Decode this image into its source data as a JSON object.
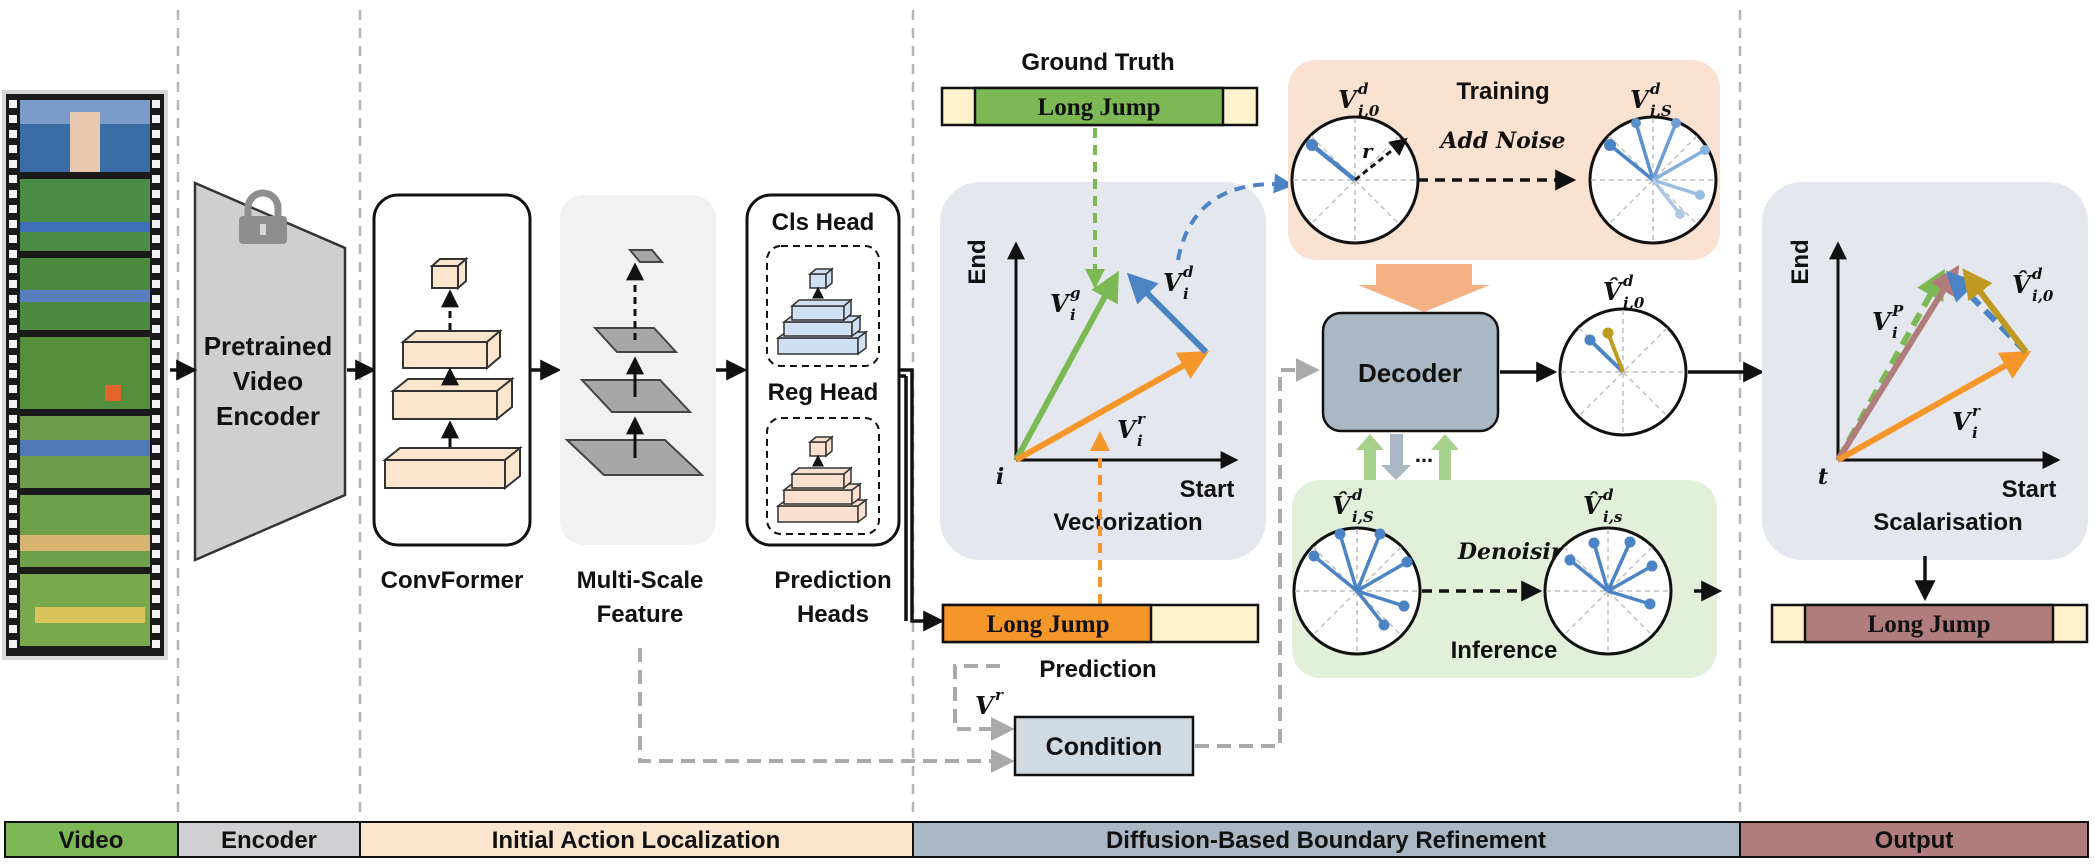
{
  "stage_bar": {
    "video": "Video",
    "encoder": "Encoder",
    "initial": "Initial Action Localization",
    "diffusion": "Diffusion-Based Boundary Refinement",
    "output": "Output"
  },
  "encoder": {
    "line1": "Pretrained",
    "line2": "Video",
    "line3": "Encoder"
  },
  "convformer": "ConvFormer",
  "multiscale": {
    "line1": "Multi-Scale",
    "line2": "Feature"
  },
  "heads": {
    "cls": "Cls Head",
    "reg": "Reg Head",
    "line1": "Prediction",
    "line2": "Heads"
  },
  "ground_truth": {
    "title": "Ground Truth",
    "bar_text": "Long Jump"
  },
  "prediction": {
    "title": "Prediction",
    "bar_text": "Long Jump"
  },
  "output_bar_text": "Long Jump",
  "vectorization": {
    "title": "Vectorization",
    "y_axis": "End",
    "x_axis": "Start",
    "origin": "i",
    "vg": "V",
    "vg_sup": "g",
    "vg_sub": "i",
    "vd": "V",
    "vd_sup": "d",
    "vd_sub": "i",
    "vr": "V",
    "vr_sup": "r",
    "vr_sub": "i"
  },
  "training": {
    "title": "Training",
    "add_noise": "Add Noise",
    "radius": "r",
    "v0": "V",
    "v0_sup": "d",
    "v0_sub": "i,0",
    "vs": "V",
    "vs_sup": "d",
    "vs_sub": "i,S"
  },
  "decoder": "Decoder",
  "decoder_ellipsis": "...",
  "decoder_out": {
    "v": "V̂",
    "sup": "d",
    "sub": "i,0"
  },
  "inference": {
    "title": "Inference",
    "denoising": "Denoising",
    "vS": "V̂",
    "vS_sup": "d",
    "vS_sub": "i,S",
    "vs": "V̂",
    "vs_sup": "d",
    "vs_sub": "i,s"
  },
  "condition": "Condition",
  "vr_label": {
    "v": "V",
    "sup": "r"
  },
  "scalarisation": {
    "title": "Scalarisation",
    "y_axis": "End",
    "x_axis": "Start",
    "origin": "t",
    "vp": "V",
    "vp_sup": "P",
    "vp_sub": "i",
    "vd": "V̂",
    "vd_sup": "d",
    "vd_sub": "i,0",
    "vr": "V",
    "vr_sup": "r",
    "vr_sub": "i"
  },
  "colors": {
    "green": "#7cb955",
    "orange": "#f5962a",
    "blue": "#4a84c4",
    "mauve": "#b07c7c",
    "panel": "#e4e8ee",
    "training_bg": "#fbe1d0",
    "inference_bg": "#e2f0d9",
    "decoder_bg": "#a9b8c4",
    "cream": "#fff2cc",
    "gold": "#c09a20",
    "gray_icon": "#c8c8c8"
  }
}
